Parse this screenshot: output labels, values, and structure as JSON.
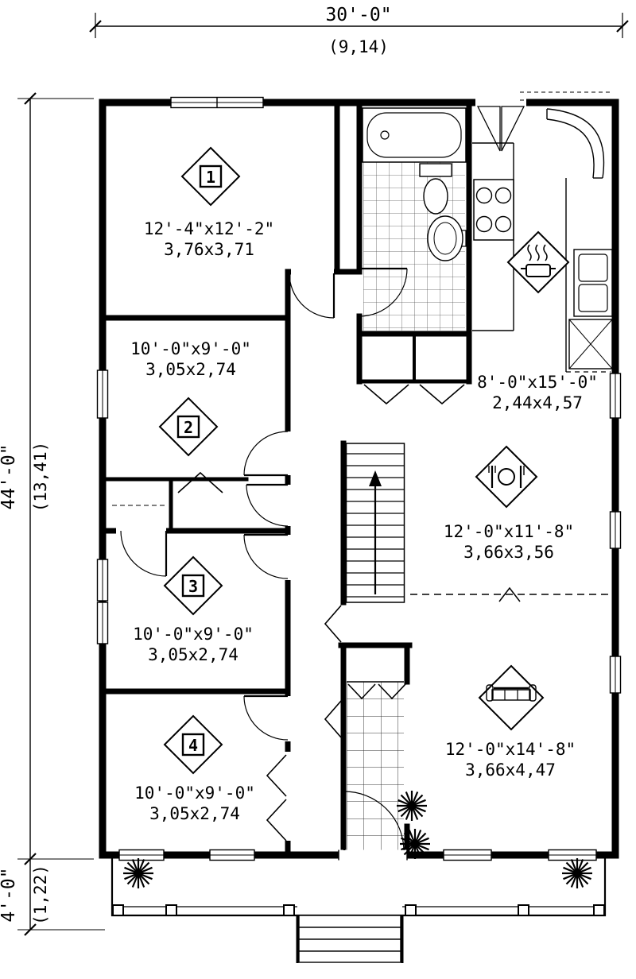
{
  "drawing": {
    "overall_width": {
      "feet": "30'-0\"",
      "meters": "(9,14)"
    },
    "overall_depth": {
      "feet": "44'-0\"",
      "meters": "(13,41)"
    },
    "porch_depth": {
      "feet": "4'-0\"",
      "meters": "(1,22)"
    }
  },
  "rooms": {
    "bedroom1": {
      "marker": "1",
      "size_ft": "12'-4\"x12'-2\"",
      "size_m": "3,76x3,71"
    },
    "bedroom2": {
      "marker": "2",
      "size_ft": "10'-0\"x9'-0\"",
      "size_m": "3,05x2,74"
    },
    "bedroom3": {
      "marker": "3",
      "size_ft": "10'-0\"x9'-0\"",
      "size_m": "3,05x2,74"
    },
    "bedroom4": {
      "marker": "4",
      "size_ft": "10'-0\"x9'-0\"",
      "size_m": "3,05x2,74"
    },
    "kitchen": {
      "size_ft": "8'-0\"x15'-0\"",
      "size_m": "2,44x4,57"
    },
    "dining": {
      "size_ft": "12'-0\"x11'-8\"",
      "size_m": "3,66x3,56"
    },
    "living": {
      "size_ft": "12'-0\"x14'-8\"",
      "size_m": "3,66x4,47"
    }
  }
}
